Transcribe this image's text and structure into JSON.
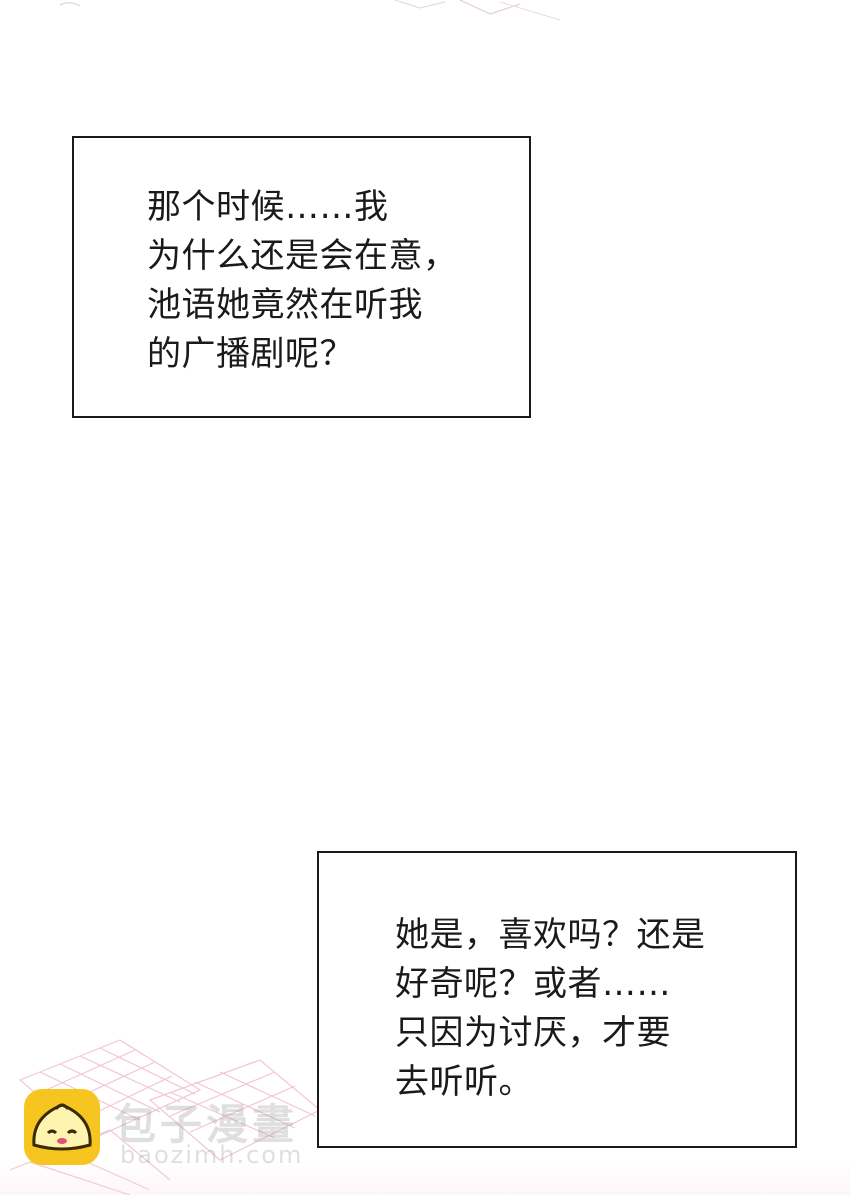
{
  "captions": [
    {
      "text": "那个时候……我\n为什么还是会在意，\n池语她竟然在听我\n的广播剧呢？"
    },
    {
      "text": "她是，喜欢吗？还是\n好奇呢？或者……\n只因为讨厌，才要\n去听听。"
    }
  ],
  "watermark": {
    "title": "包子漫畫",
    "url": "baozimh.com",
    "logo_icon": "bun-mascot-icon",
    "logo_color": "#f7c520"
  }
}
